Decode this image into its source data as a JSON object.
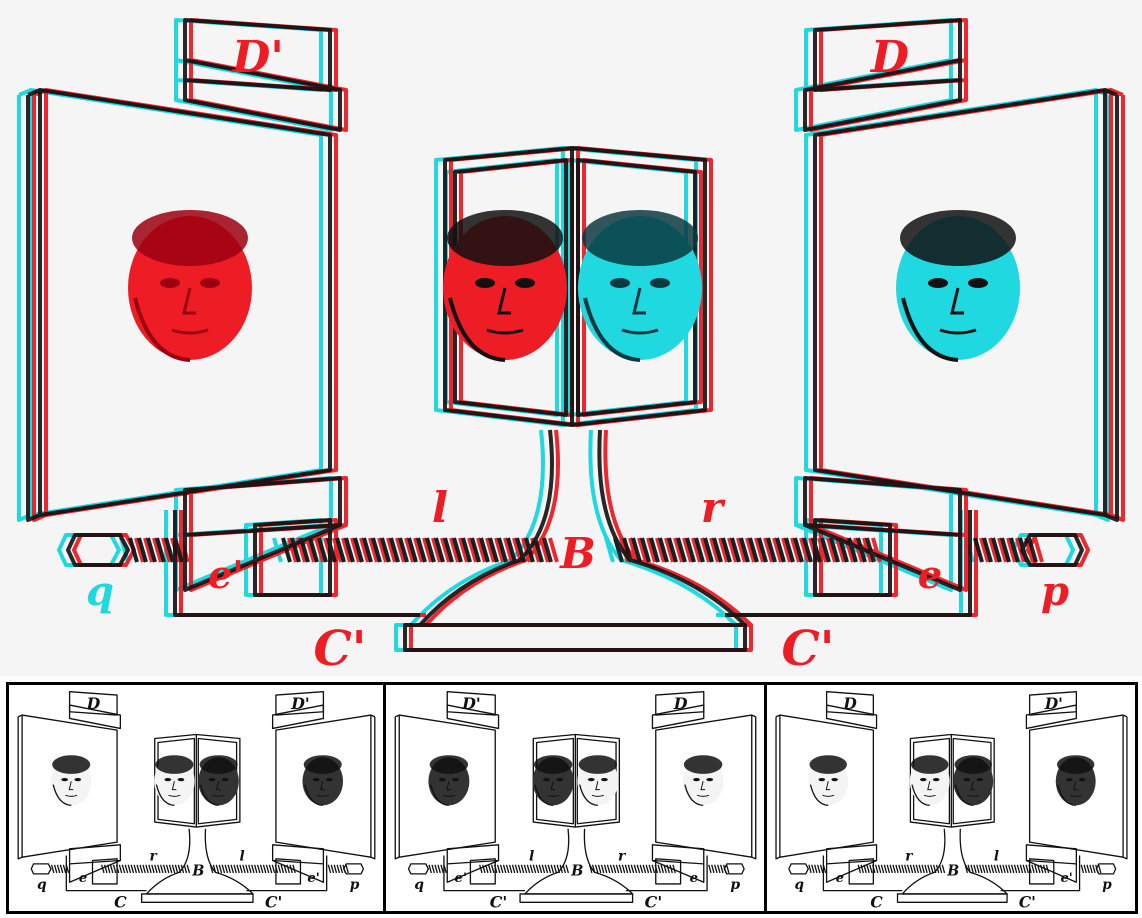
{
  "main": {
    "labels": {
      "D_left": "D'",
      "D_right": "D",
      "l": "l",
      "r": "r",
      "B": "B",
      "e_left": "e'",
      "e_right": "e",
      "q": "q",
      "p": "p",
      "C_left": "C'",
      "C_right": "C'"
    }
  },
  "panels": [
    {
      "labels": {
        "D_left": "D",
        "D_right": "D'",
        "l": "r",
        "r": "l",
        "B": "B",
        "e_left": "e",
        "e_right": "e'",
        "q": "q",
        "p": "p",
        "C_left": "C",
        "C_right": "C'"
      }
    },
    {
      "labels": {
        "D_left": "D'",
        "D_right": "D",
        "l": "l",
        "r": "r",
        "B": "B",
        "e_left": "e'",
        "e_right": "e",
        "q": "q",
        "p": "p",
        "C_left": "C'",
        "C_right": "C'"
      }
    },
    {
      "labels": {
        "D_left": "D",
        "D_right": "D'",
        "l": "r",
        "r": "l",
        "B": "B",
        "e_left": "e",
        "e_right": "e'",
        "q": "q",
        "p": "p",
        "C_left": "C",
        "C_right": "C'"
      }
    }
  ],
  "colors": {
    "red": "#ee1c24",
    "cyan": "#1fd8e0",
    "black": "#111111",
    "face_light": "#ffd8d8"
  }
}
